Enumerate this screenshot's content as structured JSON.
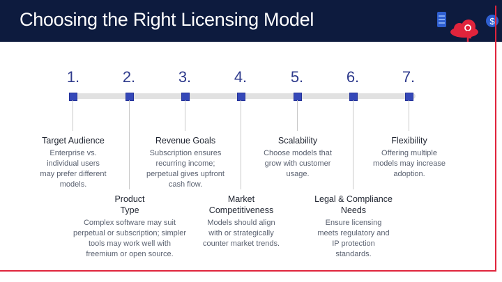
{
  "header": {
    "title": "Choosing the Right Licensing Model"
  },
  "decor": {
    "icons": [
      "server-icon",
      "cloud-icon",
      "key-icon",
      "dollar-icon"
    ],
    "accent_color": "#e0243c",
    "header_color": "#0d1b3e"
  },
  "steps": [
    {
      "number": "1.",
      "title": "Target Audience",
      "description": "Enterprise vs. individual users may prefer different models."
    },
    {
      "number": "2.",
      "title": "Product Type",
      "description": "Complex software may suit perpetual or subscription; simpler tools may work well with freemium or open source."
    },
    {
      "number": "3.",
      "title": "Revenue Goals",
      "description": "Subscription ensures recurring income; perpetual gives upfront cash flow."
    },
    {
      "number": "4.",
      "title": "Market Competitiveness",
      "description": "Models should align with or strategically counter market trends."
    },
    {
      "number": "5.",
      "title": "Scalability",
      "description": "Choose models that grow with customer usage."
    },
    {
      "number": "6.",
      "title": "Legal & Compliance Needs",
      "description": "Ensure licensing meets regulatory and IP protection standards."
    },
    {
      "number": "7.",
      "title": "Flexibility",
      "description": "Offering multiple models may increase adoption."
    }
  ]
}
